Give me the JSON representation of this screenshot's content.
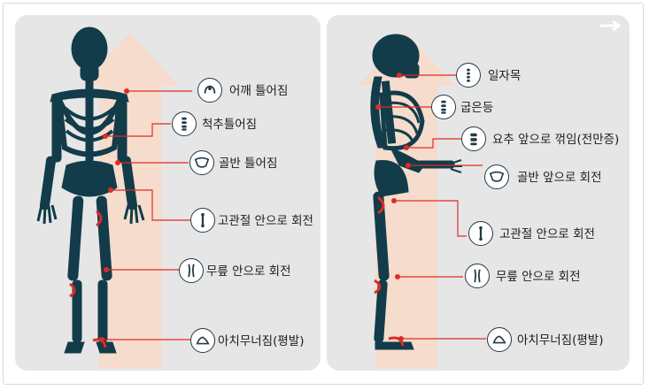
{
  "colors": {
    "bone": "#123c4a",
    "accent": "#e02b25",
    "panel": "#e6e6e6",
    "arrow": "#f7d9c8"
  },
  "left_panel": {
    "vertical_text": "",
    "items": [
      {
        "label": "어깨 틀어짐",
        "icon": "shoulder-icon"
      },
      {
        "label": "척추틀어짐",
        "icon": "spine-icon"
      },
      {
        "label": "골반 틀어짐",
        "icon": "pelvis-icon"
      },
      {
        "label": "고관절 안으로 회전",
        "icon": "femur-icon"
      },
      {
        "label": "무릎 안으로 회전",
        "icon": "knee-icon"
      },
      {
        "label": "아치무너짐(평발)",
        "icon": "foot-icon"
      }
    ]
  },
  "right_panel": {
    "items": [
      {
        "label": "일자목",
        "icon": "neck-spine-icon"
      },
      {
        "label": "굽은등",
        "icon": "spine-icon"
      },
      {
        "label": "요추 앞으로 꺾임(전만증)",
        "icon": "lumbar-icon"
      },
      {
        "label": "골반 앞으로 회전",
        "icon": "pelvis-icon"
      },
      {
        "label": "고관절 안으로 회전",
        "icon": "femur-icon"
      },
      {
        "label": "무릎 안으로 회전",
        "icon": "knee-icon"
      },
      {
        "label": "아치무너짐(평발)",
        "icon": "foot-icon"
      }
    ]
  }
}
